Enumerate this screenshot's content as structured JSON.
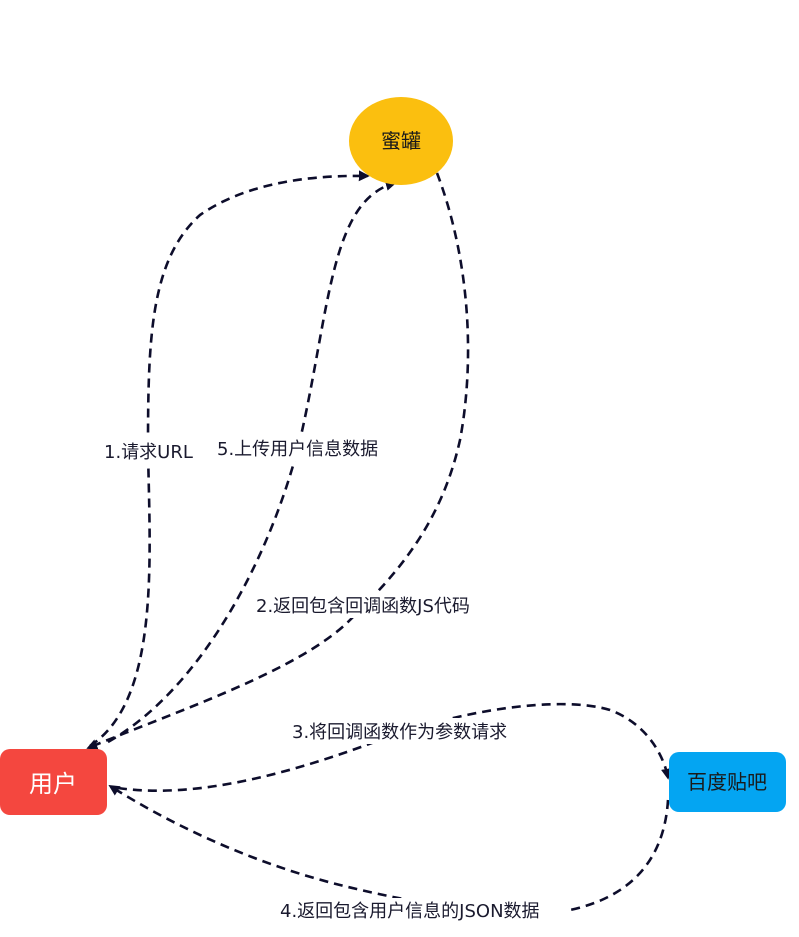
{
  "nodes": {
    "honeypot": {
      "label": "蜜罐",
      "color": "#fbbf0f",
      "text_color": "#1a1a1a"
    },
    "user": {
      "label": "用户",
      "color": "#f4473f",
      "text_color": "#ffffff"
    },
    "tieba": {
      "label": "百度贴吧",
      "color": "#04a5f2",
      "text_color": "#1a1a1a"
    }
  },
  "edges": {
    "e1": {
      "label": "1.请求URL",
      "from": "用户",
      "to": "蜜罐"
    },
    "e2": {
      "label": "2.返回包含回调函数JS代码",
      "from": "蜜罐",
      "to": "用户"
    },
    "e3": {
      "label": "3.将回调函数作为参数请求",
      "from": "用户",
      "to": "百度贴吧"
    },
    "e4": {
      "label": "4.返回包含用户信息的JSON数据",
      "from": "百度贴吧",
      "to": "用户"
    },
    "e5": {
      "label": "5.上传用户信息数据",
      "from": "用户",
      "to": "蜜罐"
    }
  },
  "colors": {
    "edge": "#0d0d2b",
    "background": "#ffffff"
  }
}
